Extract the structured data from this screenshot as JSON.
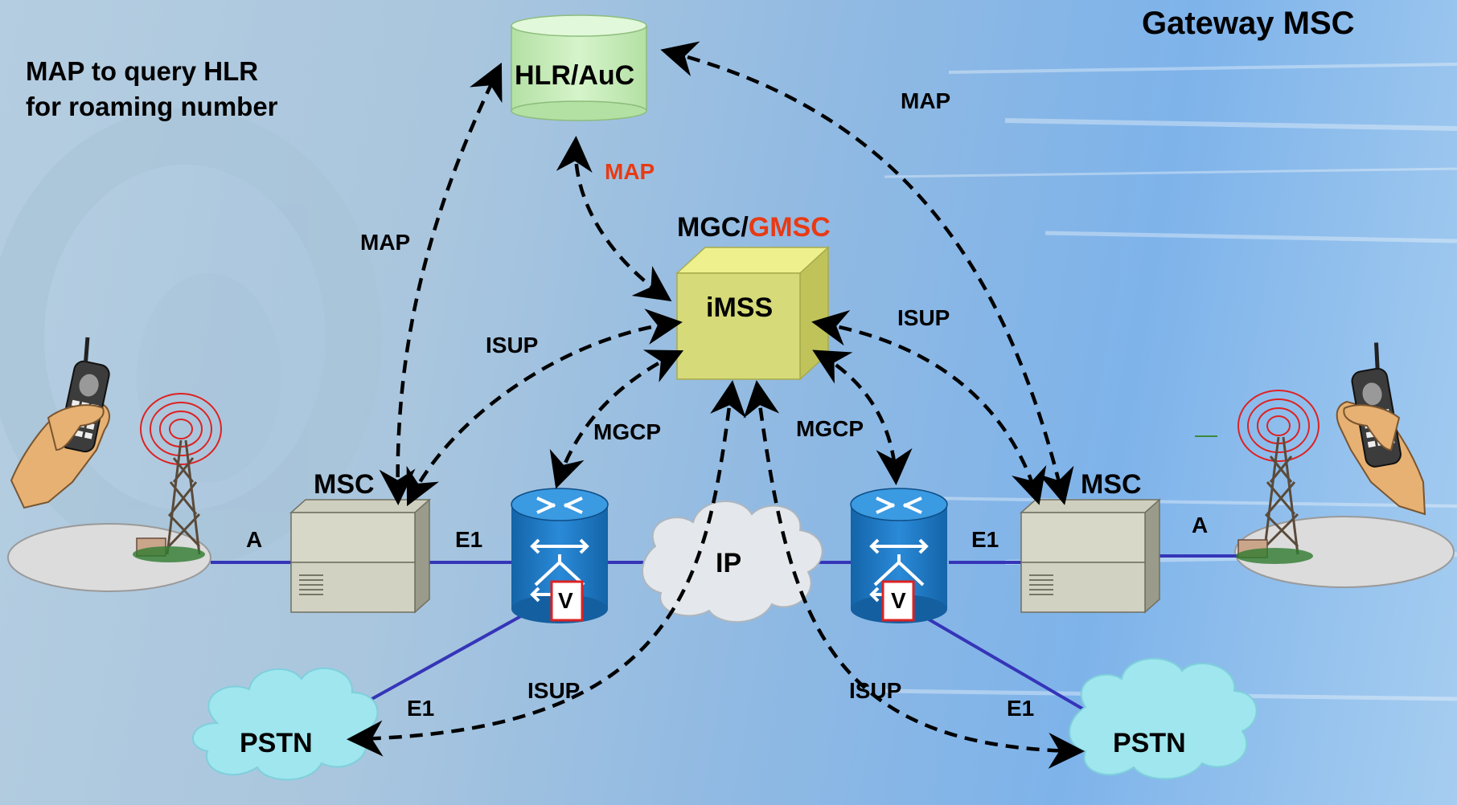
{
  "title": "Gateway MSC",
  "note": {
    "line1": "MAP to query HLR",
    "line2": "for roaming number"
  },
  "nodes": {
    "hlr": "HLR/AuC",
    "gmsc_prefix": "MGC/",
    "gmsc_suffix": "GMSC",
    "imss": "iMSS",
    "msc_left": "MSC",
    "msc_right": "MSC",
    "ip": "IP",
    "pstn_left": "PSTN",
    "pstn_right": "PSTN",
    "gw_left_badge": "V",
    "gw_right_badge": "V"
  },
  "links": {
    "map_left": "MAP",
    "map_center": "MAP",
    "map_right": "MAP",
    "isup_left": "ISUP",
    "isup_right": "ISUP",
    "isup_bottom_left": "ISUP",
    "isup_bottom_right": "ISUP",
    "mgcp_left": "MGCP",
    "mgcp_right": "MGCP",
    "a_left": "A",
    "a_right": "A",
    "e1_left": "E1",
    "e1_right": "E1",
    "e1_pstn_left": "E1",
    "e1_pstn_right": "E1"
  },
  "colors": {
    "trunk": "#3535b8",
    "signal": "#000000",
    "imss_face": "#d6da78",
    "hlr_face": "#c6ecb8",
    "cloud_pstn": "#9fe6ee",
    "cloud_ip": "#e4e8ec",
    "router": "#1f7fc8",
    "accent": "#e83a14"
  }
}
